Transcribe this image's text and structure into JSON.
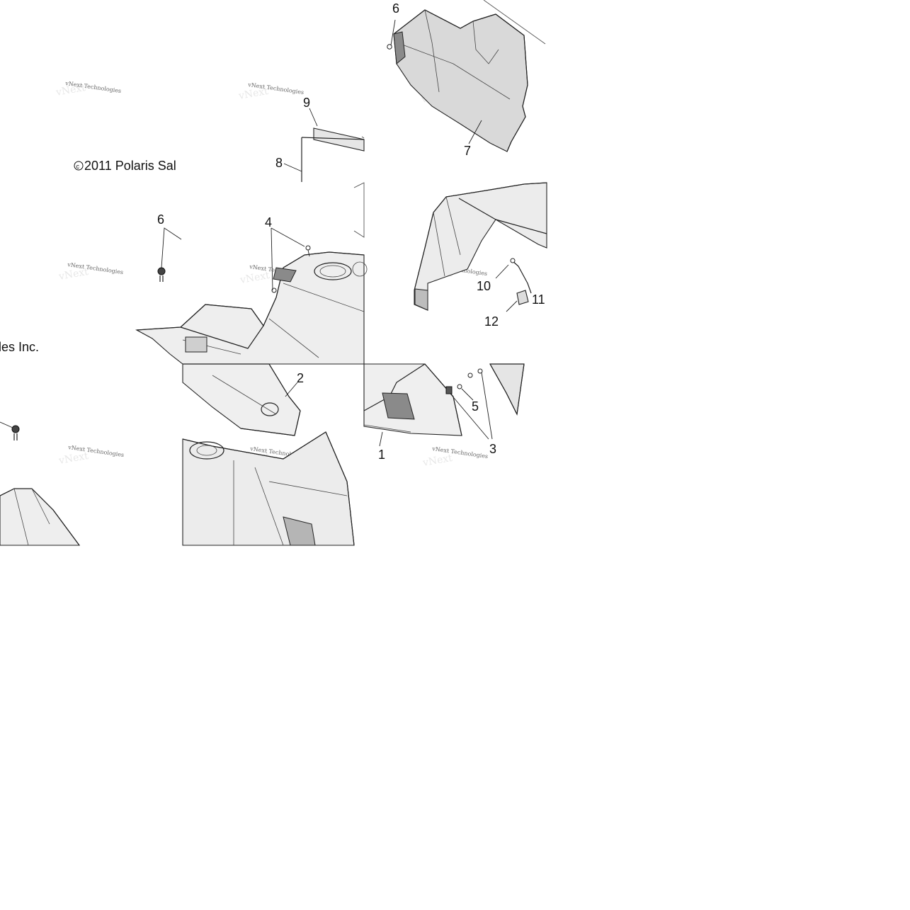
{
  "copyright": {
    "line_a": "2011 Polaris Sal",
    "line_b": "les Inc.",
    "symbol": "©"
  },
  "watermark": {
    "text": "vNext Technologies"
  },
  "callouts": {
    "c1": "1",
    "c2": "2",
    "c3": "3",
    "c4": "4",
    "c5": "5",
    "c6_top": "6",
    "c6_mid": "6",
    "c7": "7",
    "c8": "8",
    "c9": "9",
    "c10": "10",
    "c11": "11",
    "c12": "12"
  }
}
